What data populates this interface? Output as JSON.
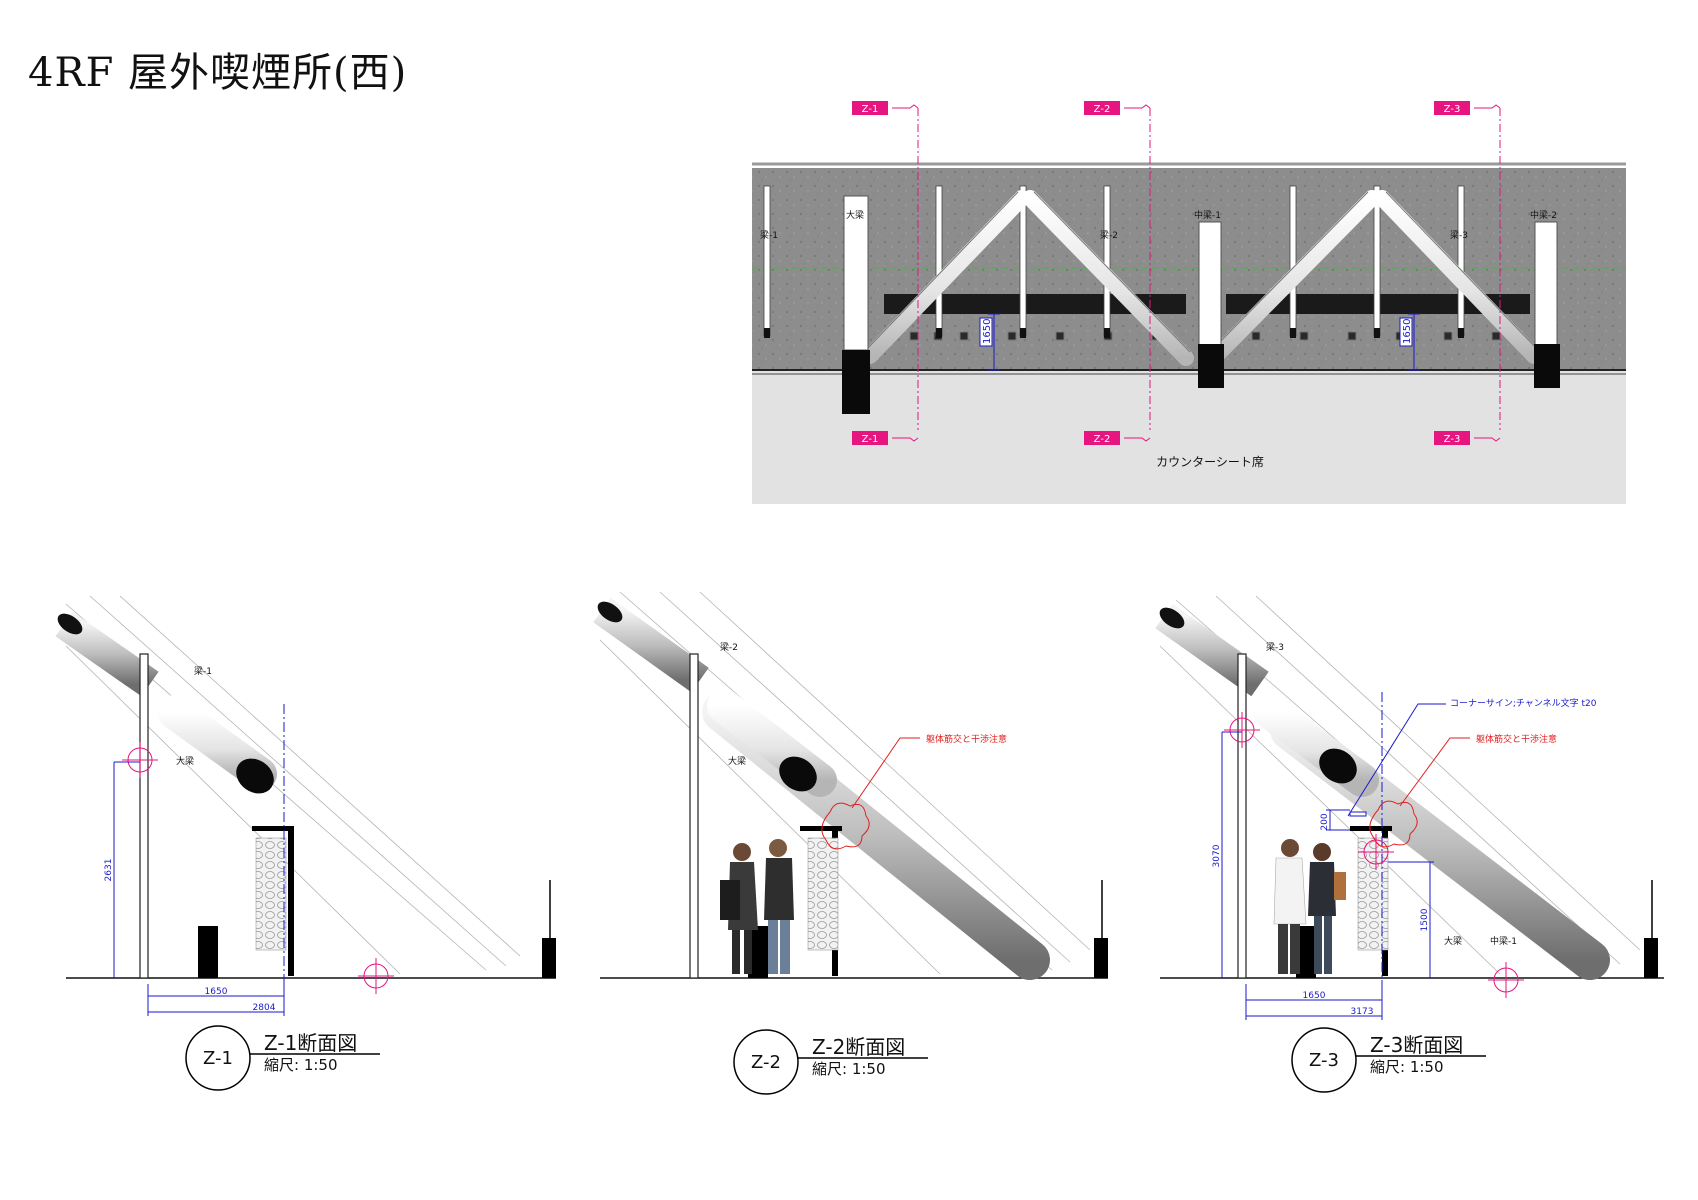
{
  "page": {
    "title": "4RF 屋外喫煙所(西)"
  },
  "plan": {
    "section_tags": [
      "Z-1",
      "Z-2",
      "Z-3"
    ],
    "beam_labels": [
      "梁-1",
      "大梁",
      "梁-2",
      "中梁-1",
      "梁-3",
      "中梁-2"
    ],
    "dims": [
      "1650",
      "1650"
    ],
    "area_label": "カウンターシート席"
  },
  "sections": [
    {
      "id": "Z-1",
      "title": "Z-1断面図",
      "scale": "縮尺: 1:50",
      "labels": [
        "梁-1",
        "大梁"
      ],
      "dims": {
        "horizontal": [
          "1650",
          "2804"
        ],
        "vertical": [
          "2631"
        ]
      },
      "notes": []
    },
    {
      "id": "Z-2",
      "title": "Z-2断面図",
      "scale": "縮尺: 1:50",
      "labels": [
        "梁-2",
        "大梁"
      ],
      "dims": {
        "horizontal": [],
        "vertical": []
      },
      "notes": [
        "躯体筋交と干渉注意"
      ]
    },
    {
      "id": "Z-3",
      "title": "Z-3断面図",
      "scale": "縮尺: 1:50",
      "labels": [
        "梁-3",
        "大梁",
        "中梁-1"
      ],
      "dims": {
        "horizontal": [
          "1650",
          "3173"
        ],
        "vertical": [
          "3070",
          "200",
          "1500"
        ]
      },
      "notes": [
        "コーナーサイン;チャンネル文字 t20",
        "躯体筋交と干渉注意"
      ]
    }
  ],
  "colors": {
    "tag_magenta": "#e6157f",
    "dimension_blue": "#1a1acc",
    "note_red": "#e0201e",
    "concrete": "#8c8c8c",
    "floor": "#e2e2e2"
  }
}
